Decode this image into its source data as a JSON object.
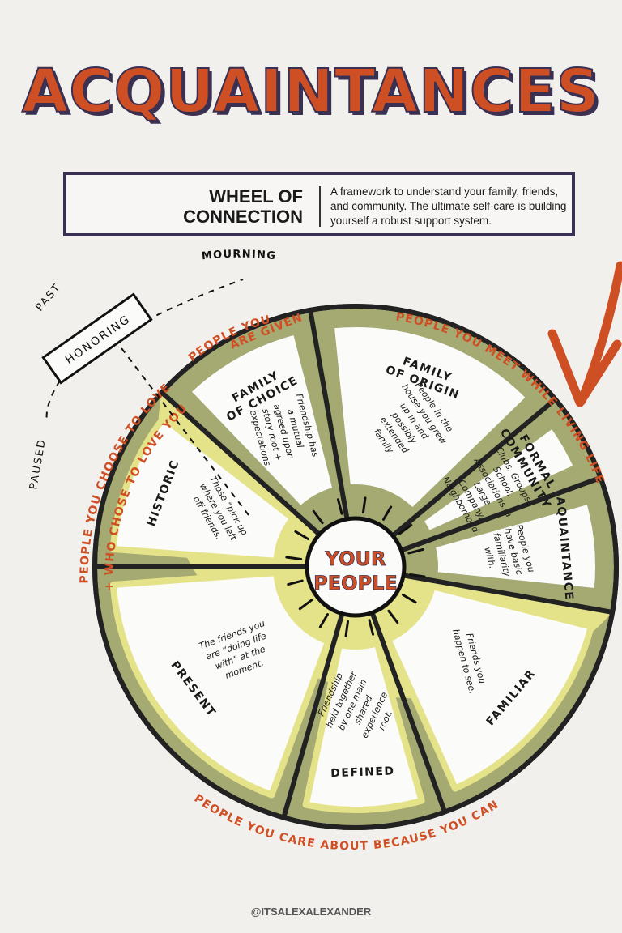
{
  "title": "ACQUAINTANCES",
  "info_box": {
    "heading_line1": "WHEEL OF",
    "heading_line2": "CONNECTION",
    "description": "A framework to understand your family, friends, and community. The ultimate self-care is building yourself a robust support system."
  },
  "center_label_line1": "YOUR",
  "center_label_line2": "PEOPLE",
  "segments": [
    {
      "title_lines": [
        "FAMILY",
        "OF ORIGIN"
      ],
      "body_lines": [
        "People in the",
        "house you grew",
        "up in and",
        "possibly",
        "extended",
        "family."
      ]
    },
    {
      "title_lines": [
        "FORMAL",
        "COMMUNITY"
      ],
      "body_lines": [
        "Clubs, Groups,",
        "School,",
        "Associations, a",
        "Large",
        "Company,",
        "Neighborhood."
      ]
    },
    {
      "title_lines": [
        "AQUAINTANCE"
      ],
      "body_lines": [
        "People you",
        "have basic",
        "familiarity",
        "with."
      ]
    },
    {
      "title_lines": [
        "FAMILIAR"
      ],
      "body_lines": [
        "Friends you",
        "happen to see."
      ]
    },
    {
      "title_lines": [
        "DEFINED"
      ],
      "body_lines": [
        "Friendship",
        "held together",
        "by one main",
        "shared",
        "experience",
        "root."
      ]
    },
    {
      "title_lines": [
        "PRESENT"
      ],
      "body_lines": [
        "The friends you",
        "are “doing life",
        "with” at the",
        "moment."
      ]
    },
    {
      "title_lines": [
        "HISTORIC"
      ],
      "body_lines": [
        "Those “pick up",
        "where you left",
        "off friends."
      ]
    },
    {
      "title_lines": [
        "FAMILY",
        "OF CHOICE"
      ],
      "body_lines": [
        "Friendship has",
        "a mutual",
        "agreed upon",
        "story root +",
        "expectations"
      ]
    }
  ],
  "group_labels": {
    "given_line1": "PEOPLE YOU",
    "given_line2": "ARE GIVEN",
    "meet": "PEOPLE YOU MEET WHILE LIVING LIFE",
    "choose_line1": "PEOPLE YOU CHOOSE TO LOVE",
    "choose_line2": "+ WHO CHOSE TO LOVE YOU",
    "care": "PEOPLE YOU CARE ABOUT BECAUSE YOU CAN"
  },
  "honoring": {
    "label": "HONORING",
    "past": "PAST",
    "mourning": "MOURNING",
    "paused": "PAUSED"
  },
  "footer": "@ITSALEXALEXANDER",
  "colors": {
    "accent": "#cf4f24",
    "navy": "#3a3052",
    "olive": "#a4aa72",
    "yellow": "#e5e38a",
    "background": "#f2f0ed",
    "divider": "#222222"
  }
}
